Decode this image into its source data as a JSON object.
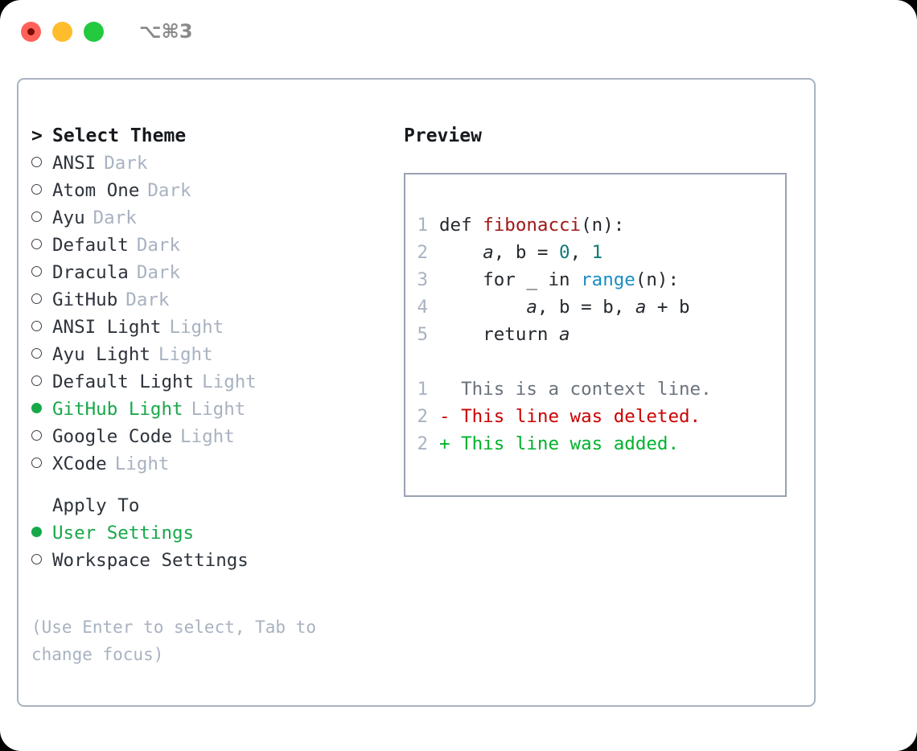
{
  "window": {
    "title": "⌥⌘3",
    "traffic_lights": [
      "close",
      "minimize",
      "maximize"
    ]
  },
  "theme_panel": {
    "header": {
      "caret": ">",
      "label": "Select Theme"
    },
    "items": [
      {
        "marker": "o",
        "label": "ANSI",
        "tag": "Dark",
        "selected": false
      },
      {
        "marker": "o",
        "label": "Atom One",
        "tag": "Dark",
        "selected": false
      },
      {
        "marker": "o",
        "label": "Ayu",
        "tag": "Dark",
        "selected": false
      },
      {
        "marker": "o",
        "label": "Default",
        "tag": "Dark",
        "selected": false
      },
      {
        "marker": "o",
        "label": "Dracula",
        "tag": "Dark",
        "selected": false
      },
      {
        "marker": "o",
        "label": "GitHub",
        "tag": "Dark",
        "selected": false
      },
      {
        "marker": "o",
        "label": "ANSI Light",
        "tag": "Light",
        "selected": false
      },
      {
        "marker": "o",
        "label": "Ayu Light",
        "tag": "Light",
        "selected": false
      },
      {
        "marker": "o",
        "label": "Default Light",
        "tag": "Light",
        "selected": false
      },
      {
        "marker": "●",
        "label": "GitHub Light",
        "tag": "Light",
        "selected": true
      },
      {
        "marker": "o",
        "label": "Google Code",
        "tag": "Light",
        "selected": false
      },
      {
        "marker": "o",
        "label": "XCode",
        "tag": "Light",
        "selected": false
      }
    ],
    "apply_to": {
      "header": "Apply To",
      "options": [
        {
          "marker": "●",
          "label": "User Settings",
          "selected": true
        },
        {
          "marker": "o",
          "label": "Workspace Settings",
          "selected": false
        }
      ]
    },
    "hint": "(Use Enter to select, Tab to change focus)"
  },
  "preview": {
    "title": "Preview",
    "code_lines": [
      {
        "no": "1",
        "segments": [
          {
            "text": "def ",
            "kind": "plain"
          },
          {
            "text": "fibonacci",
            "kind": "fn"
          },
          {
            "text": "(n):",
            "kind": "plain"
          }
        ]
      },
      {
        "no": "2",
        "segments": [
          {
            "text": "    ",
            "kind": "plain"
          },
          {
            "text": "a",
            "kind": "var"
          },
          {
            "text": ", ",
            "kind": "plain"
          },
          {
            "text": "b",
            "kind": "plain"
          },
          {
            "text": " = ",
            "kind": "plain"
          },
          {
            "text": "0",
            "kind": "num"
          },
          {
            "text": ", ",
            "kind": "plain"
          },
          {
            "text": "1",
            "kind": "num"
          }
        ]
      },
      {
        "no": "3",
        "segments": [
          {
            "text": "    for _ in ",
            "kind": "plain"
          },
          {
            "text": "range",
            "kind": "call"
          },
          {
            "text": "(n):",
            "kind": "plain"
          }
        ]
      },
      {
        "no": "4",
        "segments": [
          {
            "text": "        ",
            "kind": "plain"
          },
          {
            "text": "a",
            "kind": "var"
          },
          {
            "text": ", b = b, ",
            "kind": "plain"
          },
          {
            "text": "a",
            "kind": "var"
          },
          {
            "text": " + b",
            "kind": "plain"
          }
        ]
      },
      {
        "no": "5",
        "segments": [
          {
            "text": "    return ",
            "kind": "plain"
          },
          {
            "text": "a",
            "kind": "var"
          }
        ]
      }
    ],
    "diff_lines": [
      {
        "no": "1",
        "sign": " ",
        "text": " This is a context line.",
        "kind": "ctx"
      },
      {
        "no": "2",
        "sign": "-",
        "text": " This line was deleted.",
        "kind": "del"
      },
      {
        "no": "2",
        "sign": "+",
        "text": " This line was added.",
        "kind": "add"
      }
    ]
  },
  "colors": {
    "accent_green": "#17a84a",
    "diff_add": "#00b22d",
    "diff_delete": "#cc0000",
    "keyword_fn": "#a01717",
    "builtin_call": "#1a8cc4",
    "number": "#0d7b77",
    "muted": "#a8b2c1",
    "border": "#a9b2c1"
  }
}
